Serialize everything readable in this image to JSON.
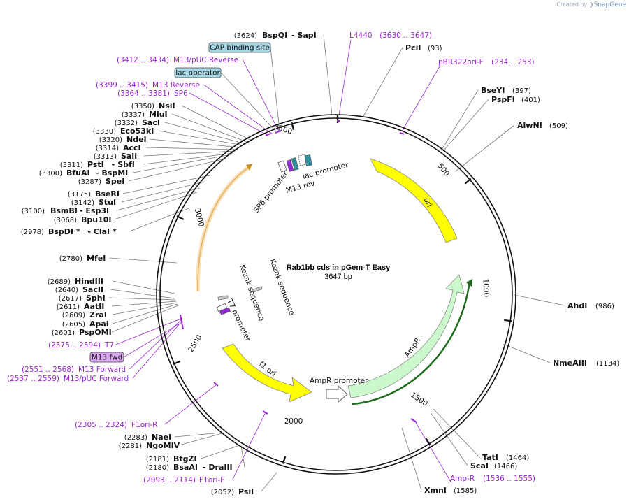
{
  "credit": {
    "prefix": "Created by",
    "brand": "SnapGene"
  },
  "title": {
    "name": "Rab1bb cds in pGem-T Easy",
    "length": "3647 bp"
  },
  "ticks": [
    "500",
    "1000",
    "1500",
    "2000",
    "2500",
    "3000",
    "3500"
  ],
  "enzymes": [
    {
      "name": "BspQI",
      "name2": "- SapI",
      "pos": "(3624)"
    },
    {
      "name": "PciI",
      "pos": "(93)"
    },
    {
      "name": "BseYI",
      "pos": "(397)"
    },
    {
      "name": "PspFI",
      "pos": "(401)"
    },
    {
      "name": "AlwNI",
      "pos": "(509)"
    },
    {
      "name": "AhdI",
      "pos": "(986)"
    },
    {
      "name": "NmeAIII",
      "pos": "(1134)"
    },
    {
      "name": "TatI",
      "pos": "(1464)"
    },
    {
      "name": "ScaI",
      "pos": "(1466)"
    },
    {
      "name": "XmnI",
      "pos": "(1585)"
    },
    {
      "name": "PsiI",
      "pos": "(2052)"
    },
    {
      "name": "BsaAI",
      "name2": "- DraIII",
      "pos": "(2180)"
    },
    {
      "name": "BtgZI",
      "pos": "(2181)"
    },
    {
      "name": "NgoMIV",
      "pos": "(2281)"
    },
    {
      "name": "NaeI",
      "pos": "(2283)"
    },
    {
      "name": "PspOMI",
      "pos": "(2601)"
    },
    {
      "name": "ApaI",
      "pos": "(2605)"
    },
    {
      "name": "ZraI",
      "pos": "(2609)"
    },
    {
      "name": "AatII",
      "pos": "(2611)"
    },
    {
      "name": "SphI",
      "pos": "(2617)"
    },
    {
      "name": "SacII",
      "pos": "(2640)"
    },
    {
      "name": "HindIII",
      "pos": "(2689)"
    },
    {
      "name": "MfeI",
      "pos": "(2780)"
    },
    {
      "name": "BspDI *",
      "name2": "- ClaI *",
      "pos": "(2978)"
    },
    {
      "name": "Bpu10I",
      "pos": "(3068)"
    },
    {
      "name": "BsmBI",
      "name2": "- Esp3I",
      "pos": "(3100)"
    },
    {
      "name": "StuI",
      "pos": "(3142)"
    },
    {
      "name": "BseRI",
      "pos": "(3175)"
    },
    {
      "name": "SpeI",
      "pos": "(3287)"
    },
    {
      "name": "BfuAI",
      "name2": "- BspMI",
      "pos": "(3300)"
    },
    {
      "name": "PstI",
      "name2": "- SbfI",
      "pos": "(3311)"
    },
    {
      "name": "SalI",
      "pos": "(3313)"
    },
    {
      "name": "AccI",
      "pos": "(3314)"
    },
    {
      "name": "NdeI",
      "pos": "(3320)"
    },
    {
      "name": "Eco53kI",
      "pos": "(3330)"
    },
    {
      "name": "SacI",
      "pos": "(3332)"
    },
    {
      "name": "MluI",
      "pos": "(3337)"
    },
    {
      "name": "NsiI",
      "pos": "(3350)"
    }
  ],
  "primers": [
    {
      "name": "L4440",
      "range": "(3630 .. 3647)"
    },
    {
      "name": "pBR322ori-F",
      "range": "(234 .. 253)"
    },
    {
      "name": "Amp-R",
      "range": "(1536 .. 1555)"
    },
    {
      "name": "F1ori-F",
      "range": "(2093 .. 2114)"
    },
    {
      "name": "F1ori-R",
      "range": "(2305 .. 2324)"
    },
    {
      "name": "M13/pUC Forward",
      "range": "(2537 .. 2559)"
    },
    {
      "name": "M13 Forward",
      "range": "(2551 .. 2568)"
    },
    {
      "name": "T7",
      "range": "(2575 .. 2594)"
    },
    {
      "name": "SP6",
      "range": "(3364 .. 3381)"
    },
    {
      "name": "M13 Reverse",
      "range": "(3399 .. 3415)"
    },
    {
      "name": "M13/pUC Reverse",
      "range": "(3412 .. 3434)"
    }
  ],
  "boxed": [
    {
      "name": "CAP binding site",
      "color": "#a8d8e6"
    },
    {
      "name": "lac operator",
      "color": "#a8d8e6"
    },
    {
      "name": "M13 fwd",
      "color": "#d9a6f0"
    }
  ],
  "features": {
    "ori": "ori",
    "ampr": "AmpR",
    "ampr_promoter": "AmpR promoter",
    "f1_ori": "f1 ori",
    "lac_promoter": "lac promoter",
    "m13_rev": "M13 rev",
    "sp6_promoter": "SP6 promoter",
    "t7_promoter": "T7 promoter",
    "kozak1": "Kozak sequence",
    "kozak2": "Kozak sequence"
  },
  "colors": {
    "ori": "#ffff00",
    "ampr": "#ccf9cc",
    "primer": "#9b27d3",
    "cds": "#e8a33d",
    "lacop": "#2e8f9c"
  }
}
